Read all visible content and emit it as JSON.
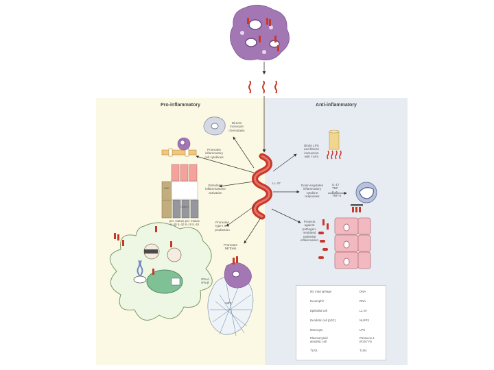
{
  "panels": {
    "pro_title": "Pro-inflammatory",
    "anti_title": "Anti-inflammatory"
  },
  "labels": {
    "ll37": "LL-37",
    "directs_monocytes": "Directs\nmonocyte\nchemotaxis",
    "promotes_cytokines": "Promotes\ninflammatory\ncell cytokines",
    "stimulates_inflammasome": "Stimulates\ninflammasome\nactivation",
    "promotes_ifn": "Promotes\ntype I IFN\nproduction",
    "promotes_netosis": "Promotes\nNETosis",
    "binds_lps": "Binds LPS\nand blocks\ninteraction\nwith TLR4",
    "down_regulates": "Down-regulates\ninflammatory\ncytokine\nresponses",
    "protects_epithelium": "Protects\nagainst\npathogen-\nmediated\nepithelial\ninflammation",
    "cytokine_list": "IL-17\nTNF\nIL-6\nTNF-α",
    "nfkb_list": "pro-    mature   pro-    mature\nIL-1β   IL-1β   IL-18   IL-18",
    "ifn_out": "IFN-α\nIFN-β",
    "asc": "ASC",
    "caspase": "Casp-1",
    "net": "NET"
  },
  "legend": {
    "items": [
      {
        "label": "M1 macrophage",
        "icon": "macrophage-icon"
      },
      {
        "label": "Neutrophil",
        "icon": "neutrophil-icon"
      },
      {
        "label": "Epithelial cell",
        "icon": "epithelial-cell-icon"
      },
      {
        "label": "Dendritic cell (pDC)",
        "icon": "dendritic-cell-icon"
      },
      {
        "label": "Monocyte",
        "icon": "monocyte-icon"
      },
      {
        "label": "Plasmacytoid\ndendritic cell",
        "icon": "pdc-icon"
      },
      {
        "label": "TLR2",
        "icon": "receptor-icon"
      },
      {
        "label": "DNA",
        "icon": "dna-icon"
      },
      {
        "label": "RNA",
        "icon": "rna-icon"
      },
      {
        "label": "LL-37",
        "icon": "ll37-icon"
      },
      {
        "label": "NLRP3",
        "icon": "nlrp3-icon"
      },
      {
        "label": "LPS",
        "icon": "lps-icon"
      },
      {
        "label": "Pannexin-1\n(P2X7 R)",
        "icon": "pannexin-icon"
      },
      {
        "label": "TLR4",
        "icon": "tlr4-icon"
      }
    ]
  },
  "colors": {
    "pro_bg": "#fbf8e3",
    "anti_bg": "#e7ecf2",
    "ll37": "#c8382a",
    "neutrophil": "#a277b4",
    "epithelial": "#f2b9c0",
    "dendritic": "#d6e8c4",
    "monocyte": "#b8c2dc"
  }
}
